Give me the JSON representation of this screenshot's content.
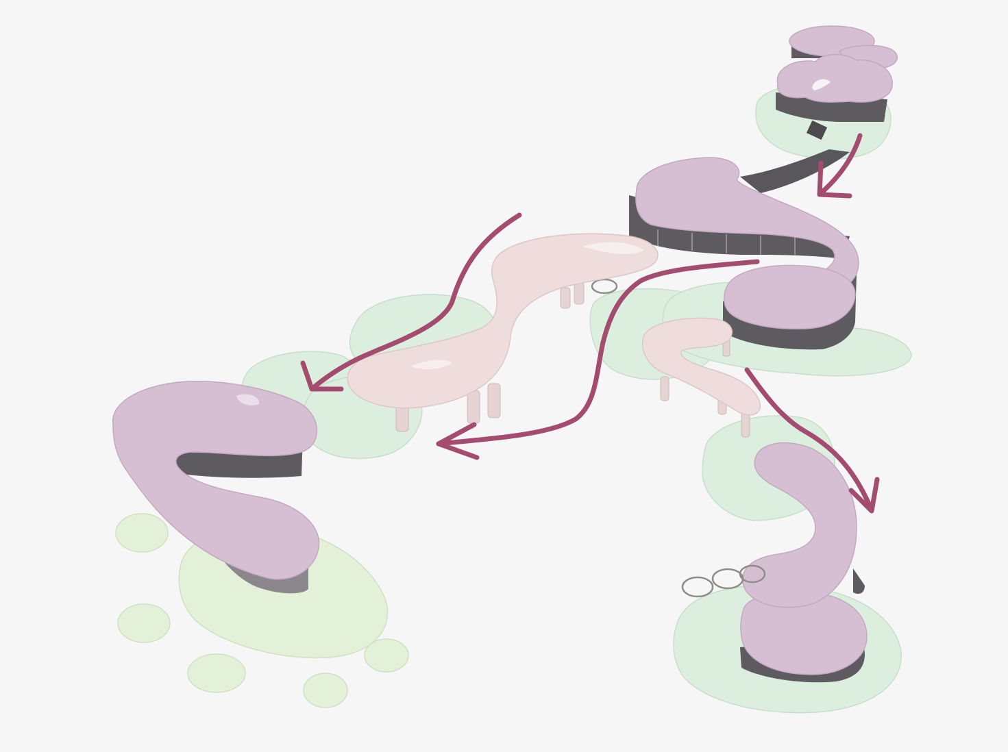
{
  "palette": {
    "background": "#f7f6f7",
    "ground_pad": "#dcefdf",
    "roof": "#d6bfd2",
    "canopy": "#efdcdc",
    "glass_wall": "#5e5b60",
    "arrow": "#a34c70"
  },
  "elements": {
    "buildings": [
      "top-right-pavilion",
      "central-long-building",
      "left-pavilion",
      "bottom-right-pavilion"
    ],
    "canopies": [
      "central-canopy",
      "right-small-canopy"
    ],
    "arrows": [
      "arrow-top-right",
      "arrow-center-left",
      "arrow-center-down",
      "arrow-right-down"
    ]
  }
}
